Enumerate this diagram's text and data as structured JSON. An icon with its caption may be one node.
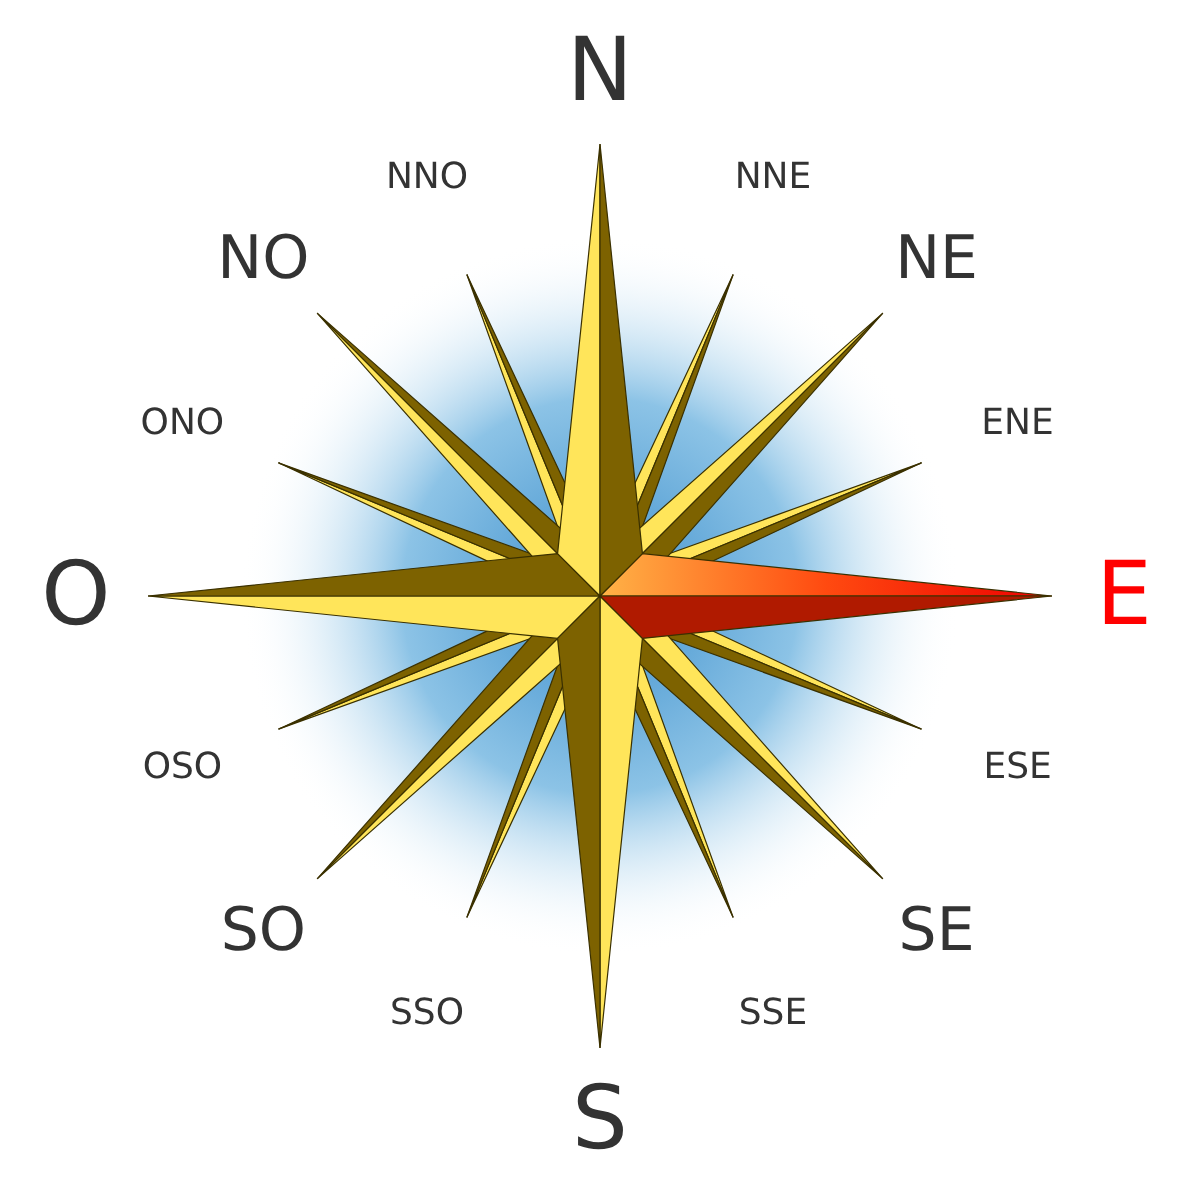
{
  "diagram": {
    "labels": [
      "N",
      "NNE",
      "NE",
      "ENE",
      "E",
      "ESE",
      "SE",
      "SSE",
      "S",
      "SSO",
      "SO",
      "OSO",
      "O",
      "ONO",
      "NO",
      "NNO"
    ]
  }
}
